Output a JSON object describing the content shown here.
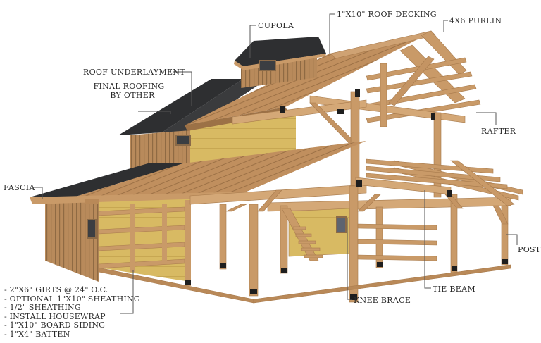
{
  "diagram": {
    "subject": "Timber frame barn with cupola",
    "colors": {
      "timber": "#c99a68",
      "timber_dark": "#a77a4c",
      "timber_light": "#ddb487",
      "roof_shingle": "#2e2f31",
      "insulation": "#d9bb62",
      "leader_line": "#444444",
      "text": "#2a2a2a"
    },
    "callouts": {
      "cupola": "Cupola",
      "roof_decking": "1\"x10\" Roof Decking",
      "purlin": "4x6 Purlin",
      "roof_underlayment": "Roof Underlayment",
      "final_roofing_line1": "Final Roofing",
      "final_roofing_line2": "By Other",
      "rafter": "Rafter",
      "fascia": "Fascia",
      "post": "Post",
      "tie_beam": "Tie Beam",
      "knee_brace": "Knee Brace"
    },
    "wall_notes": [
      "- 2\"x6\" Girts @ 24\" O.C.",
      "- Optional 1\"x10\" Sheathing",
      "- 1/2\" Sheathing",
      "- Install Housewrap",
      "- 1\"x10\" Board Siding",
      "- 1\"x4\" Batten"
    ]
  }
}
